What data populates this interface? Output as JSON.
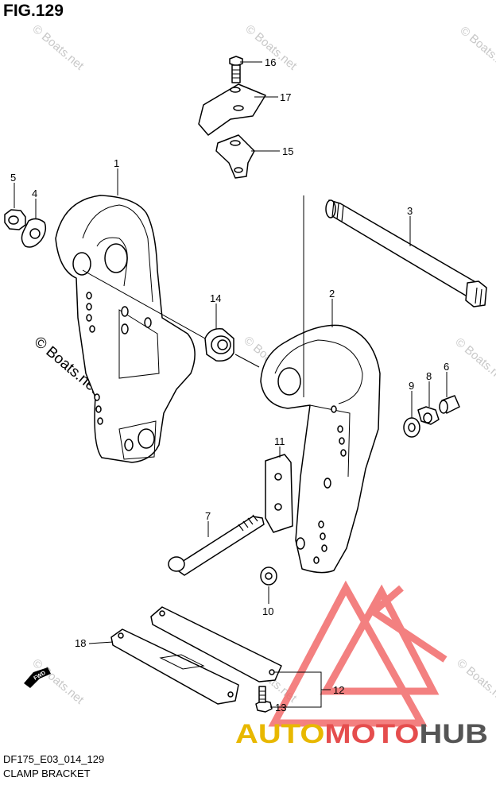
{
  "figure": {
    "title": "FIG.129",
    "code": "DF175_E03_014_129",
    "name": "CLAMP BRACKET"
  },
  "watermarks": {
    "text_small": "© Boats.net",
    "text_large": "© Boats.net"
  },
  "fwd_label": "FWD",
  "callouts": [
    "1",
    "2",
    "3",
    "4",
    "5",
    "6",
    "7",
    "8",
    "9",
    "10",
    "11",
    "12",
    "13",
    "14",
    "15",
    "16",
    "17",
    "18"
  ],
  "logo": {
    "part1": "AUTO",
    "part2": "MOTO",
    "part3": "HUB",
    "colors": {
      "auto": "#e8b800",
      "moto": "#e54d4d",
      "hub": "#555555",
      "triangle": "#f26b6b"
    }
  }
}
